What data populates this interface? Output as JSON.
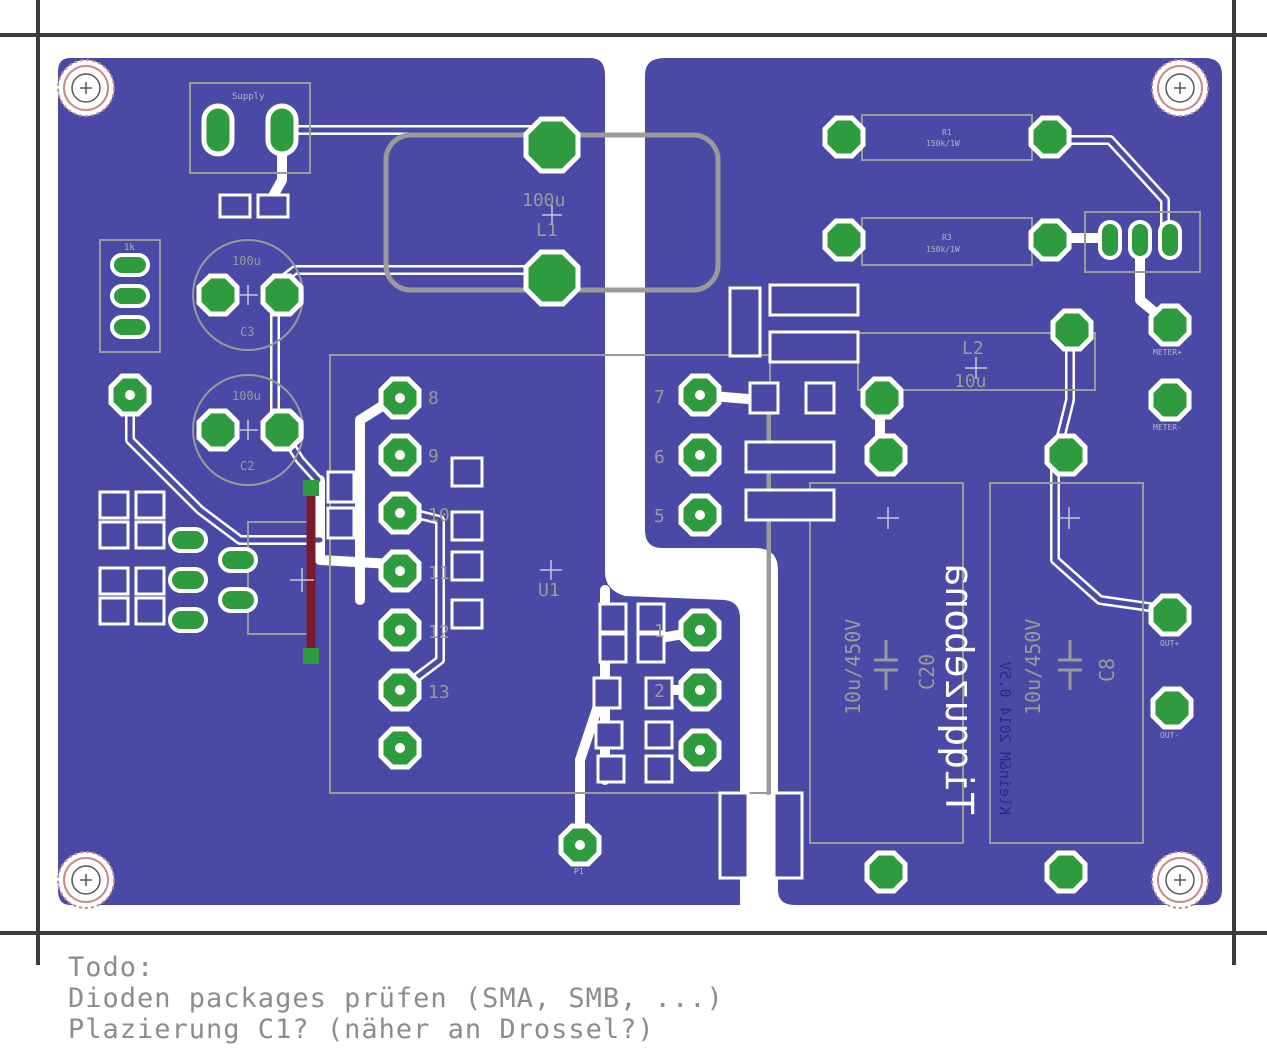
{
  "colors": {
    "copper": "#4a4aa6",
    "pad": "#2e9b3e",
    "silk": "#9a9a9a",
    "outline": "#3c3c3c",
    "jumper": "#7a1a2a"
  },
  "components": {
    "supply": "Supply",
    "l1_value": "100u",
    "l1_name": "L1",
    "c3_value": "100u",
    "c3_name": "C3",
    "c2_value": "100u",
    "c2_name": "C2",
    "r_1k": "1k",
    "u1_name": "U1",
    "l2_name": "L2",
    "l2_value": "10u",
    "c20_value": "10u/450V",
    "c20_name": "C20",
    "c8_value": "10u/450V",
    "c8_name": "C8",
    "r1_name": "R1",
    "r1_value": "150k/1W",
    "r3_name": "R3",
    "r3_value": "150k/1W",
    "brand": "Tiqquzebona",
    "brand_small": "Klein&M 2014 0.5V",
    "meter_plus": "METER+",
    "meter_minus": "METER-",
    "out_plus": "OUT+",
    "out_minus": "OUT-",
    "p1": "P1"
  },
  "pin_labels": [
    "8",
    "9",
    "10",
    "11",
    "12",
    "13",
    "7",
    "6",
    "5",
    "1",
    "2"
  ],
  "todo": {
    "title": "Todo:",
    "line1": "Dioden packages prüfen (SMA, SMB, ...)",
    "line2": "Plazierung C1? (näher an Drossel?)"
  }
}
